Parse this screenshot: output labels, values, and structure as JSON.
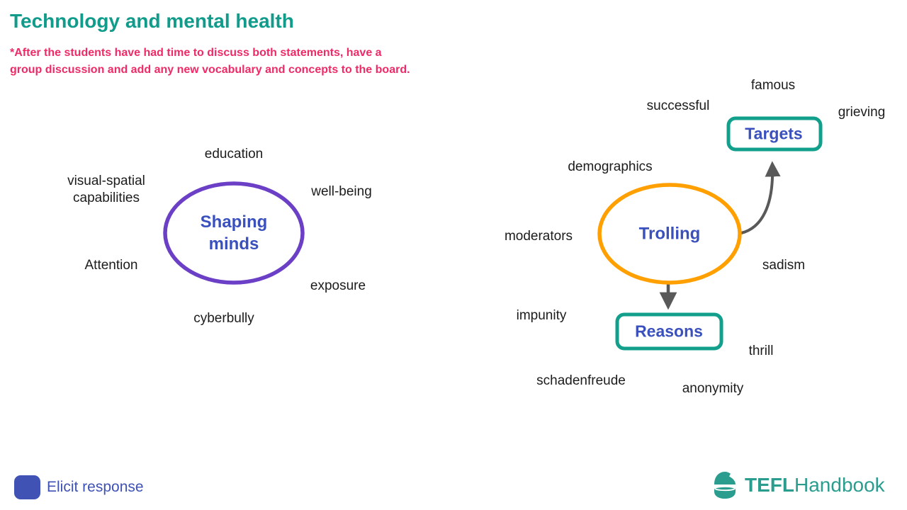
{
  "slide": {
    "title": "Technology and mental health",
    "note": {
      "line1": "*After the students have had time to discuss both statements, have a",
      "line2": "group discussion and add any new vocabulary and concepts to the board."
    }
  },
  "left_map": {
    "center": "Shaping minds",
    "words": [
      "education",
      "visual-spatial capabilities",
      "well-being",
      "Attention",
      "exposure",
      "cyberbully"
    ]
  },
  "right_map": {
    "center": "Trolling",
    "targets_label": "Targets",
    "reasons_label": "Reasons",
    "words": [
      "famous",
      "successful",
      "grieving",
      "demographics",
      "moderators",
      "sadism",
      "impunity",
      "thrill",
      "schadenfreude",
      "anonymity"
    ]
  },
  "footer": {
    "elicit_label": "Elicit response",
    "logo_tefl": "TEFL",
    "logo_handbook": "Handbook"
  },
  "colors": {
    "title_teal": "#109b8b",
    "note_pink": "#ee2b67",
    "node_blue": "#3a50bd",
    "purple_ellipse": "#6b3fc6",
    "orange_ellipse": "#ff9f00",
    "teal_box": "#12a08c",
    "arrow_gray": "#595959",
    "word_black": "#1c1c1c",
    "footer_blue": "#3f51b5",
    "logo_teal": "#2a9d8f"
  }
}
